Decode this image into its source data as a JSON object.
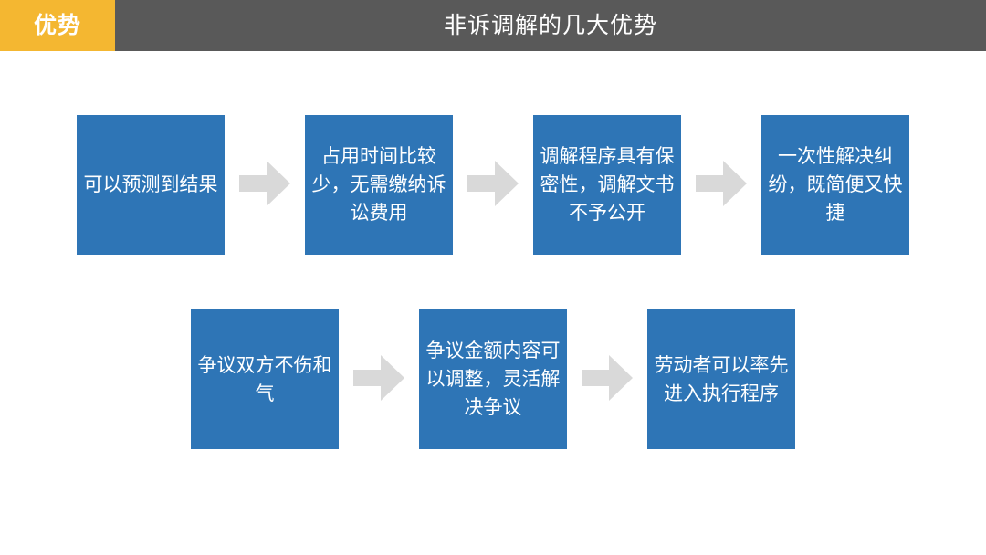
{
  "header": {
    "tag": "优势",
    "title": "非诉调解的几大优势"
  },
  "row1": [
    {
      "text": "可以预测到结果"
    },
    {
      "text": "占用时间比较少，无需缴纳诉讼费用"
    },
    {
      "text": "调解程序具有保密性，调解文书不予公开"
    },
    {
      "text": "一次性解决纠纷，既简便又快捷"
    }
  ],
  "row2": [
    {
      "text": "争议双方不伤和气"
    },
    {
      "text": "争议金额内容可以调整，灵活解决争议"
    },
    {
      "text": "劳动者可以率先进入执行程序"
    }
  ],
  "colors": {
    "header_bar": "#595959",
    "header_tag": "#f4b731",
    "box": "#2e75b6",
    "arrow": "#d9d9d9"
  },
  "icons": {
    "flow_arrow": "right-arrow-icon"
  }
}
